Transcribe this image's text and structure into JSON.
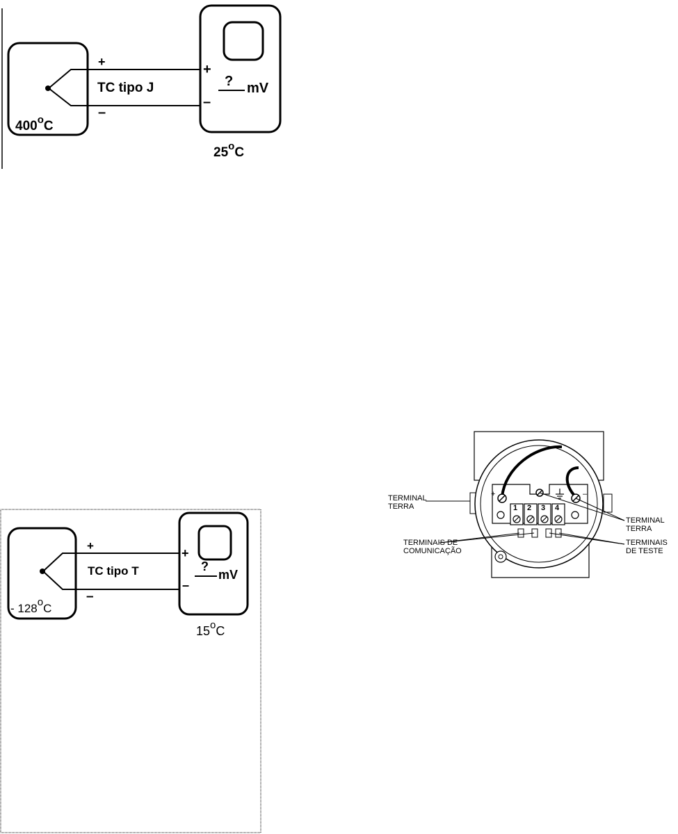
{
  "diagram_j": {
    "plus_wire": "+",
    "minus_wire": "–",
    "label": "TC tipo J",
    "plus_meter": "+",
    "minus_meter": "–",
    "question": "?",
    "unit": "mV",
    "hot_temp_value": "400",
    "hot_temp_unit": "C",
    "cold_temp_value": "25",
    "cold_temp_unit": "C",
    "degree": "o"
  },
  "transmitter": {
    "terminal_terra_left_line1": "TERMINAL",
    "terminal_terra_left_line2": "TERRA",
    "terminal_terra_right_line1": "TERMINAL",
    "terminal_terra_right_line2": "TERRA",
    "terminais_comunicacao_line1": "TERMINAIS DE",
    "terminais_comunicacao_line2": "COMUNICAÇÃO",
    "terminais_teste_line1": "TERMINAIS",
    "terminais_teste_line2": "DE TESTE",
    "terminal_numbers": [
      "1",
      "2",
      "3",
      "4"
    ],
    "plus_sign": "+",
    "minus_sign": "–"
  },
  "diagram_t": {
    "plus_wire": "+",
    "minus_wire": "–",
    "label": "TC tipo T",
    "plus_meter": "+",
    "minus_meter": "–",
    "question": "?",
    "unit": "mV",
    "hot_temp_value": "- 128",
    "hot_temp_unit": "C",
    "cold_temp_value": "15",
    "cold_temp_unit": "C",
    "degree": "o"
  }
}
